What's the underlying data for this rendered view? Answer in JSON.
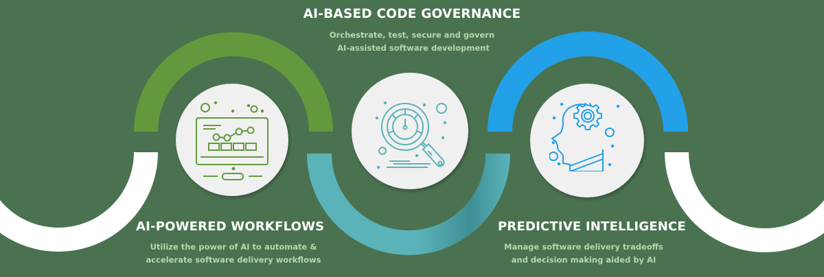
{
  "colors": {
    "background": "#4a7250",
    "green": "#63993d",
    "teal": "#5ab3b8",
    "blue": "#22a0e8",
    "white_arc": "#ffffff",
    "circle": "#f0f0f0",
    "title": "#ffffff",
    "description": "#b7d7a9"
  },
  "sections": [
    {
      "id": "workflows",
      "title": "AI-POWERED WORKFLOWS",
      "description_lines": [
        "Utilize the power of AI to automate &",
        "accelerate software delivery workflows"
      ],
      "icon": "monitor-chart-icon",
      "color": "#63993d"
    },
    {
      "id": "governance",
      "title": "AI-BASED CODE GOVERNANCE",
      "description_lines": [
        "Orchestrate, test, secure and govern",
        "AI-assisted software development"
      ],
      "icon": "magnifier-gauge-icon",
      "color": "#5ab3b8"
    },
    {
      "id": "predictive",
      "title": "PREDICTIVE INTELLIGENCE",
      "description_lines": [
        "Manage software delivery tradeoffs",
        "and decision making aided by AI"
      ],
      "icon": "head-gear-icon",
      "color": "#22a0e8"
    }
  ]
}
